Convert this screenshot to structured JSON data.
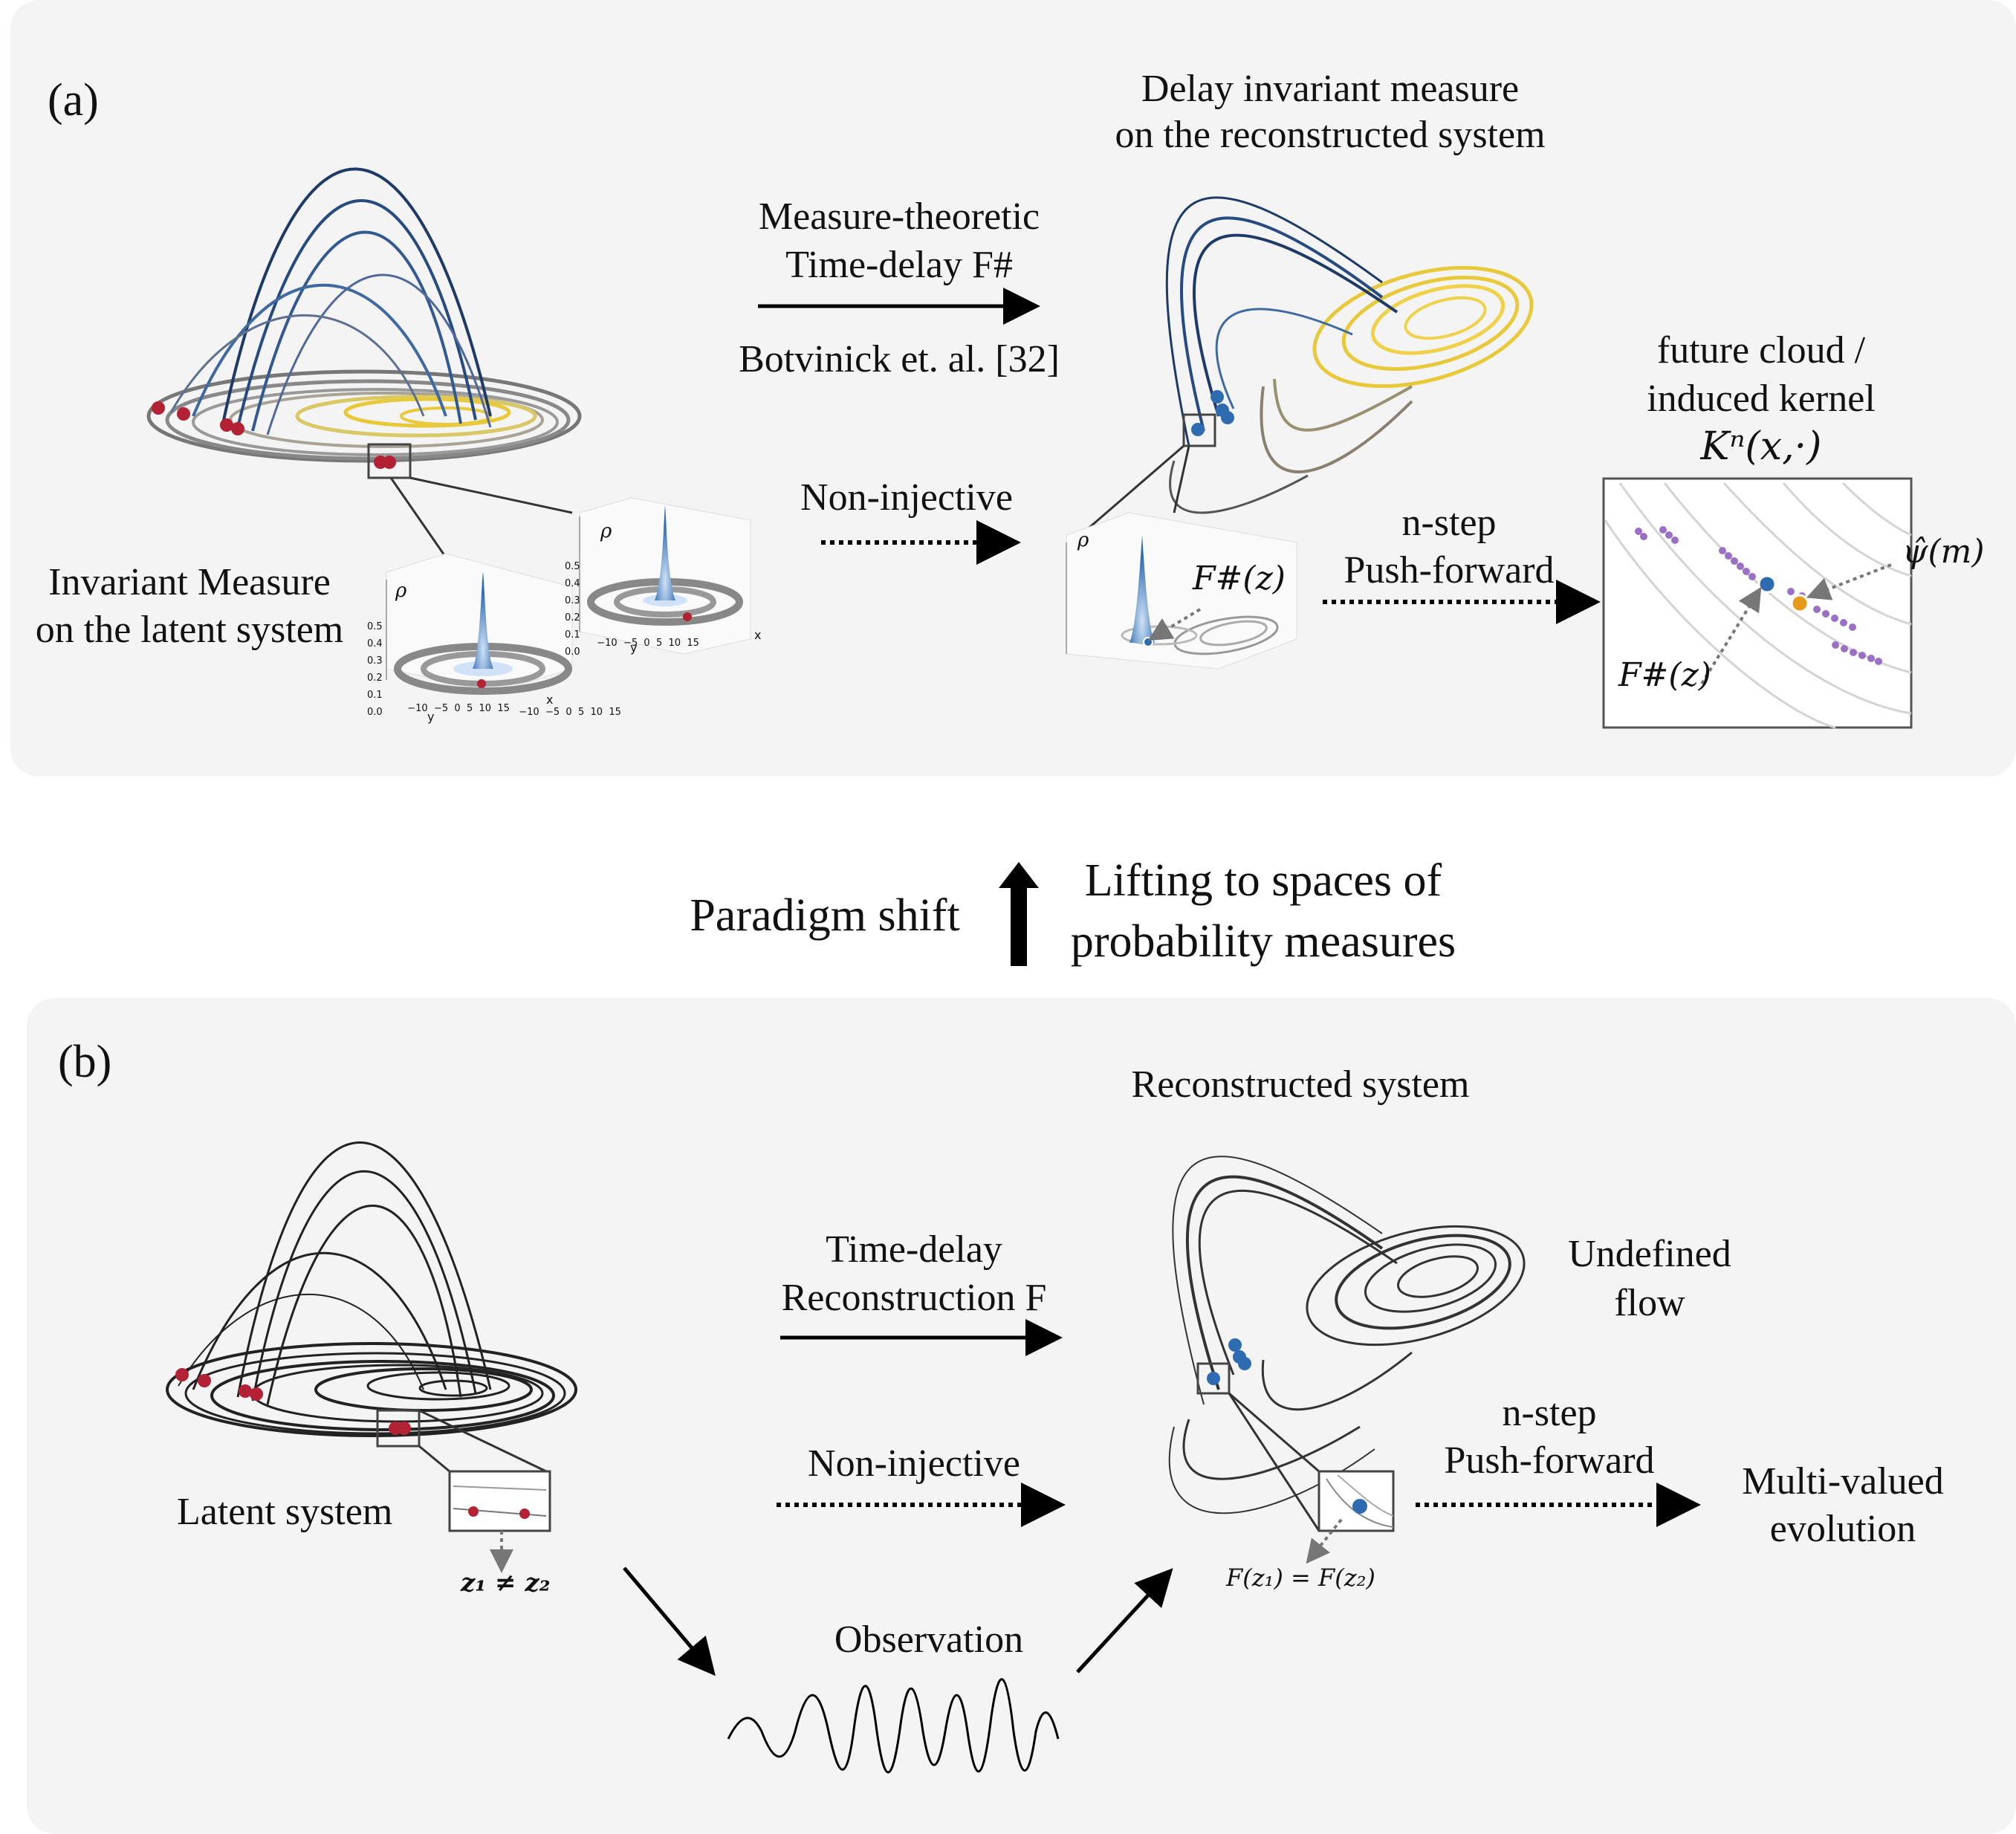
{
  "panel_a": {
    "label": "(a)",
    "title_line1": "Delay invariant measure",
    "title_line2": "on the reconstructed system",
    "arrow_top_line1": "Measure-theoretic",
    "arrow_top_line2": "Time-delay F#",
    "arrow_bottom": "Botvinick et. al. [32]",
    "non_injective": "Non-injective",
    "latent_line1": "Invariant Measure",
    "latent_line2": "on the latent system",
    "pushforward_line1": "n-step",
    "pushforward_line2": "Push-forward",
    "future_line1": "future cloud /",
    "future_line2": "induced kernel",
    "kernel": "Kⁿ(x,·)",
    "fz_mid": "F#(z)",
    "fz_inset": "F#(z)",
    "psi": "ψ̂(m)",
    "rho": "ρ",
    "axis_ticks_z": [
      "0.5",
      "0.4",
      "0.3",
      "0.2",
      "0.1",
      "0.0"
    ],
    "axis_ticks_y": [
      "−10",
      "−5",
      "0",
      "5",
      "10",
      "15"
    ],
    "axis_ticks_x": [
      "−10",
      "−5",
      "0",
      "5",
      "10",
      "15"
    ],
    "axis_label_x": "x",
    "axis_label_y": "y"
  },
  "middle": {
    "paradigm": "Paradigm shift",
    "lifting_line1": "Lifting to spaces of",
    "lifting_line2": "probability measures"
  },
  "panel_b": {
    "label": "(b)",
    "title": "Reconstructed system",
    "arrow_top_line1": "Time-delay",
    "arrow_top_line2": "Reconstruction F",
    "non_injective": "Non-injective",
    "latent": "Latent system",
    "z_neq": "z₁ ≠ z₂",
    "undefined_line1": "Undefined",
    "undefined_line2": "flow",
    "pushforward_line1": "n-step",
    "pushforward_line2": "Push-forward",
    "multi_line1": "Multi-valued",
    "multi_line2": "evolution",
    "f_equal": "F(z₁) = F(z₂)",
    "observation": "Observation"
  },
  "colors": {
    "panel_bg": "#f4f4f4",
    "red_points": "#b22234",
    "blue_points": "#2f6bb0",
    "yellow_orbit": "#e8c93a",
    "purple_points": "#9a6fc4",
    "orange_point": "#e89a1a"
  }
}
